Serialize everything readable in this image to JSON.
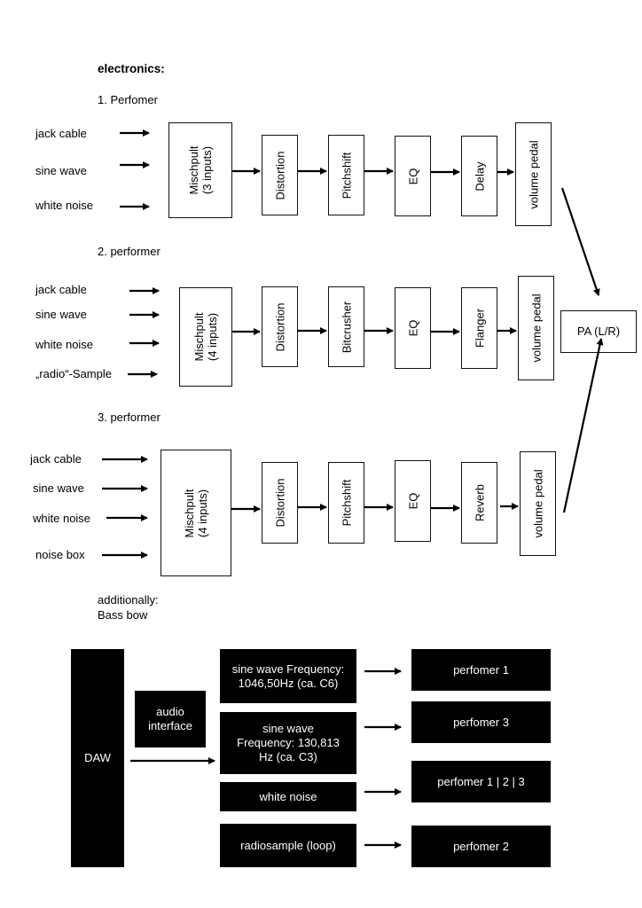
{
  "title": "electronics:",
  "performers": [
    {
      "heading": "1. Perfomer",
      "inputs": [
        "jack cable",
        "sine wave",
        "white noise"
      ],
      "mixer": [
        "Mischpult",
        "(3 inputs)"
      ],
      "chain": [
        "Distortion",
        "Pitchshift",
        "EQ",
        "Delay",
        "volume pedal"
      ]
    },
    {
      "heading": "2. performer",
      "inputs": [
        "jack cable",
        "sine wave",
        "white noise",
        "„radio“-Sample"
      ],
      "mixer": [
        "Mischpult",
        "(4 inputs)"
      ],
      "chain": [
        "Distortion",
        "Bitcrusher",
        "EQ",
        "Flanger",
        "volume pedal"
      ]
    },
    {
      "heading": "3. performer",
      "inputs": [
        "jack cable",
        "sine wave",
        "white noise",
        "noise box"
      ],
      "mixer": [
        "Mischpult",
        "(4 inputs)"
      ],
      "chain": [
        "Distortion",
        "Pitchshift",
        "EQ",
        "Reverb",
        "volume pedal"
      ]
    }
  ],
  "output": "PA (L/R)",
  "additionally": [
    "additionally:",
    "Bass bow"
  ],
  "daw_section": {
    "daw": "DAW",
    "interface": [
      "audio",
      "interface"
    ],
    "sources": [
      {
        "lines": [
          "sine wave Frequency:",
          "1046,50Hz (ca. C6)"
        ],
        "target": "perfomer 1"
      },
      {
        "lines": [
          "sine wave",
          "Frequency: 130,813",
          "Hz (ca. C3)"
        ],
        "target": "perfomer 3"
      },
      {
        "lines": [
          "white noise"
        ],
        "target": "perfomer 1 | 2 | 3"
      },
      {
        "lines": [
          "radiosample (loop)"
        ],
        "target": "perfomer 2"
      }
    ]
  }
}
